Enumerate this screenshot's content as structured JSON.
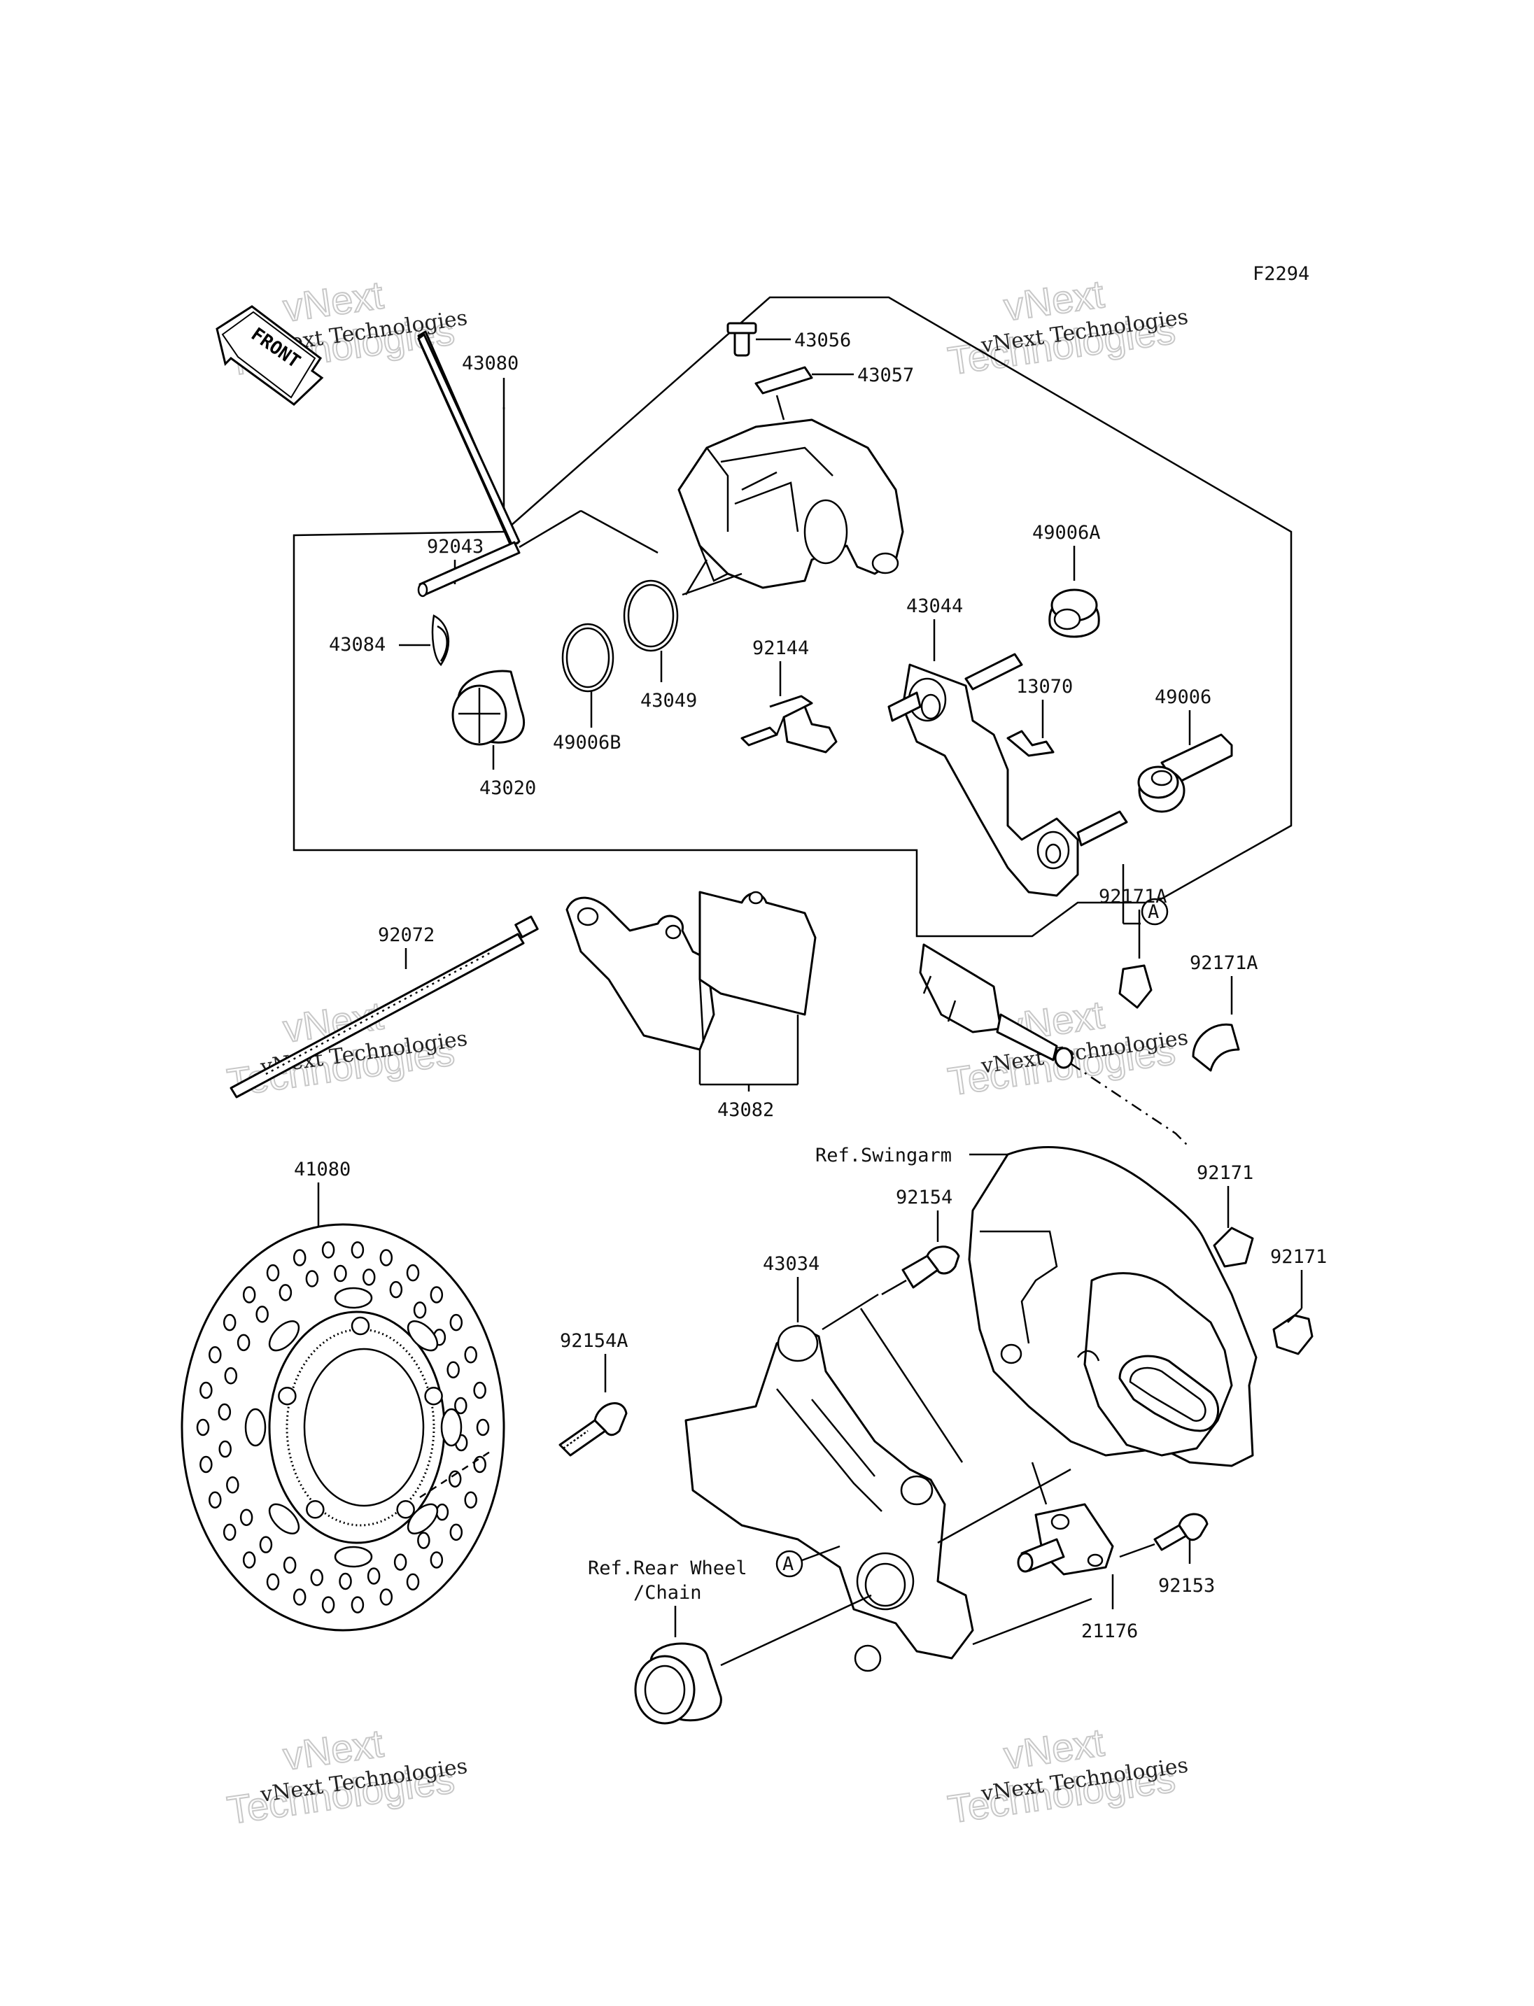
{
  "figure_code": "F2294",
  "front_label": "FRONT",
  "watermark": {
    "line1": "vNext Technologies",
    "big_top": "vNext",
    "big_bottom": "Technologies"
  },
  "ref_labels": {
    "swingarm": "Ref.Swingarm",
    "rear_wheel_1": "Ref.Rear Wheel",
    "rear_wheel_2": "/Chain",
    "point_a": "A"
  },
  "parts": {
    "p43080": "43080",
    "p43056": "43056",
    "p43057": "43057",
    "p92043": "92043",
    "p43084": "43084",
    "p43020": "43020",
    "p49006B": "49006B",
    "p43049": "43049",
    "p92144": "92144",
    "p43044": "43044",
    "p49006A": "49006A",
    "p13070": "13070",
    "p49006": "49006",
    "p92072": "92072",
    "p43082": "43082",
    "p92171A_1": "92171A",
    "p92171A_2": "92171A",
    "p92171_1": "92171",
    "p92171_2": "92171",
    "p41080": "41080",
    "p92154": "92154",
    "p43034": "43034",
    "p92154A": "92154A",
    "p92153": "92153",
    "p21176": "21176"
  }
}
